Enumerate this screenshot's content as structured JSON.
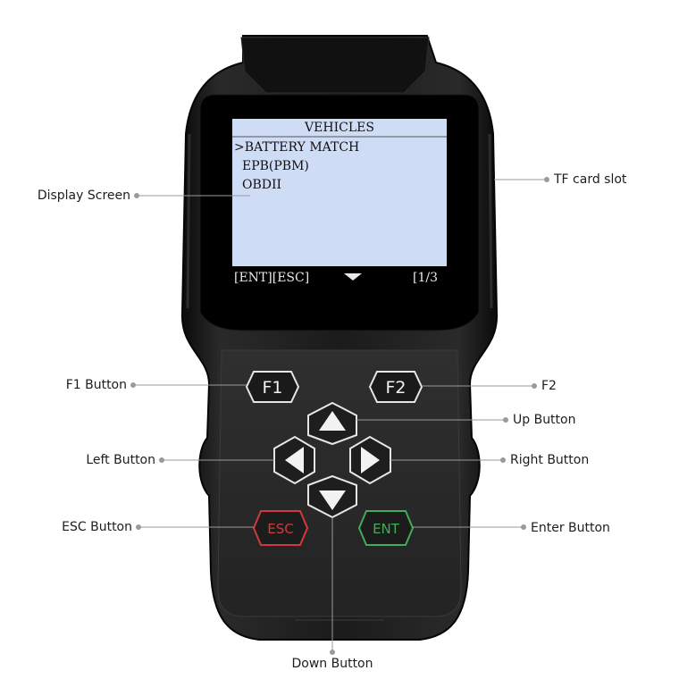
{
  "screen": {
    "title": "VEHICLES",
    "menu_items": [
      ">BATTERY MATCH",
      "EPB(PBM)",
      "OBDII"
    ],
    "footer_left": "[ENT][ESC]",
    "footer_right": "[1/3"
  },
  "buttons": {
    "f1": "F1",
    "f2": "F2",
    "esc": "ESC",
    "ent": "ENT"
  },
  "callouts": {
    "display_screen": "Display Screen",
    "tf_card_slot": "TF card slot",
    "f1_button": "F1 Button",
    "f2": "F2",
    "up_button": "Up Button",
    "left_button": "Left Button",
    "right_button": "Right Button",
    "esc_button": "ESC Button",
    "enter_button": "Enter Button",
    "down_button": "Down Button"
  },
  "colors": {
    "body": "#141414",
    "lcd_bg": "#cfdcf6",
    "esc_accent": "#d2393b",
    "ent_accent": "#3fae57",
    "leader": "#9a9a9a"
  }
}
